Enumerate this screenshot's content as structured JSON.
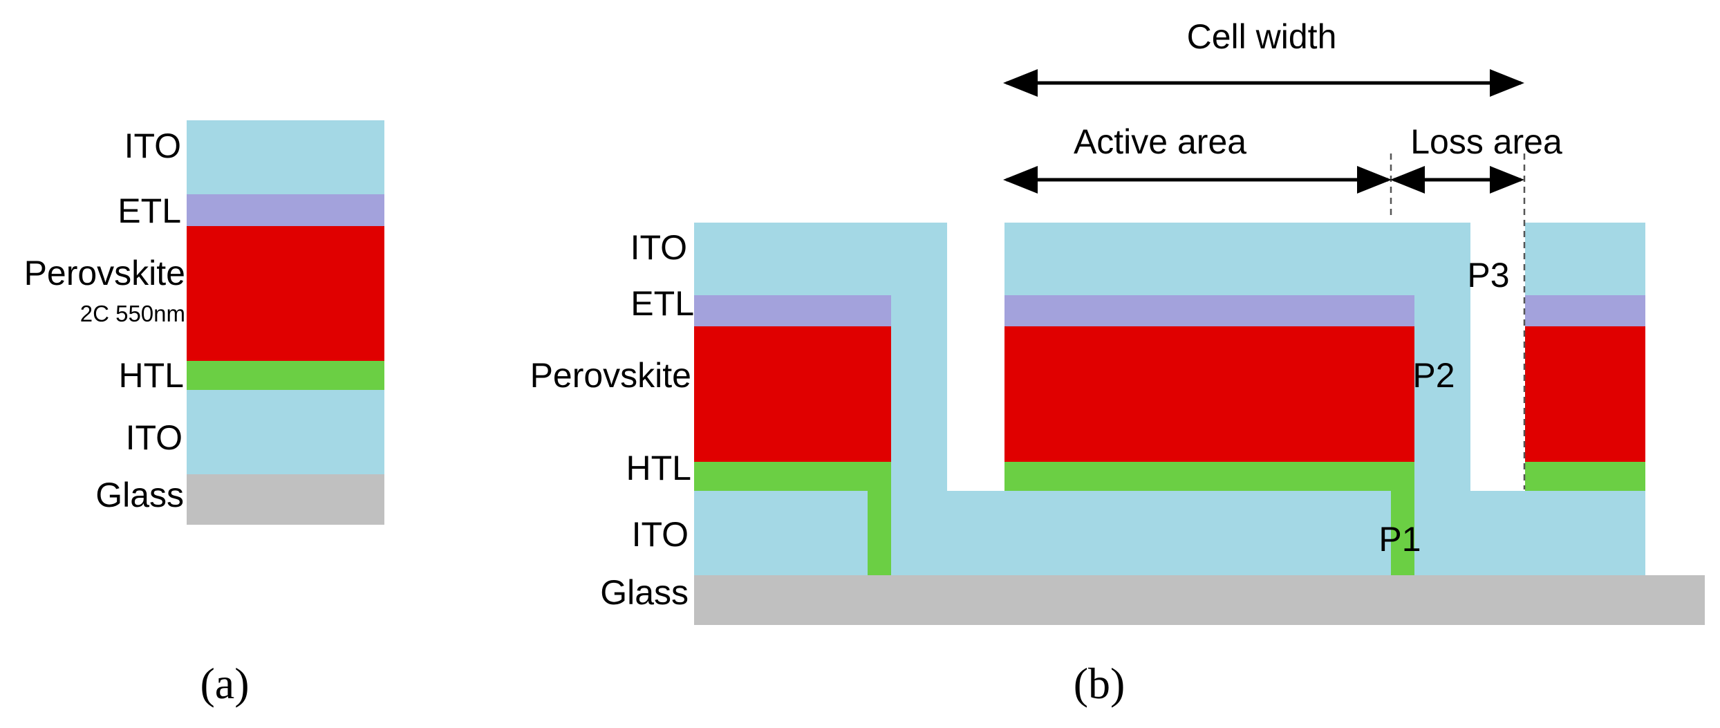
{
  "colors": {
    "ito": "#a4d8e5",
    "etl": "#a3a2dc",
    "perovskite": "#e00000",
    "htl": "#6bcf44",
    "glass": "#c0c0c0"
  },
  "panel_a": {
    "layers": [
      "ITO",
      "ETL",
      "Perovskite",
      "HTL",
      "ITO",
      "Glass"
    ],
    "perovskite_note": "2C 550nm",
    "figure_label": "(a)"
  },
  "panel_b": {
    "layers": [
      "ITO",
      "ETL",
      "Perovskite",
      "HTL",
      "ITO",
      "Glass"
    ],
    "cell_width": "Cell width",
    "active_area": "Active area",
    "loss_area": "Loss area",
    "scribes": [
      "P1",
      "P2",
      "P3"
    ],
    "figure_label": "(b)"
  }
}
